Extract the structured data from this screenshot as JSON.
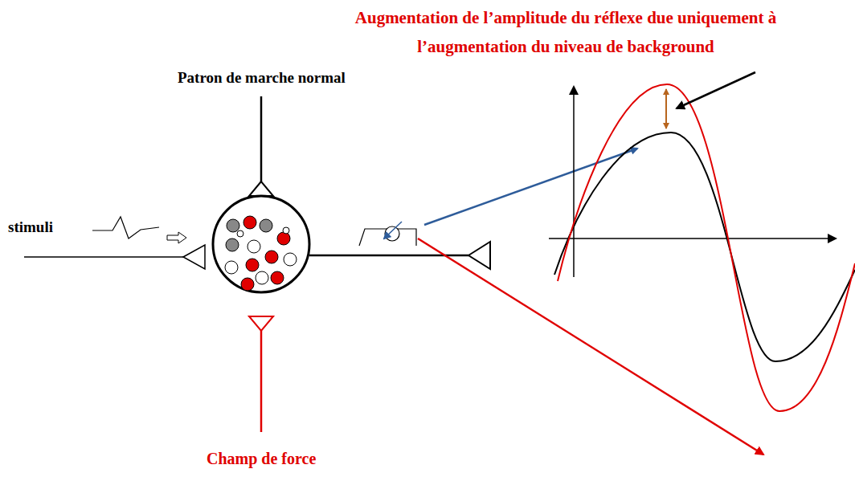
{
  "diagram": {
    "labels": [
      "Augmentation de l’amplitude du réflexe due uniquement à l’augmentation du niveau de background",
      "Patron de marche normal",
      "stimuli",
      "Champ de force"
    ]
  }
}
